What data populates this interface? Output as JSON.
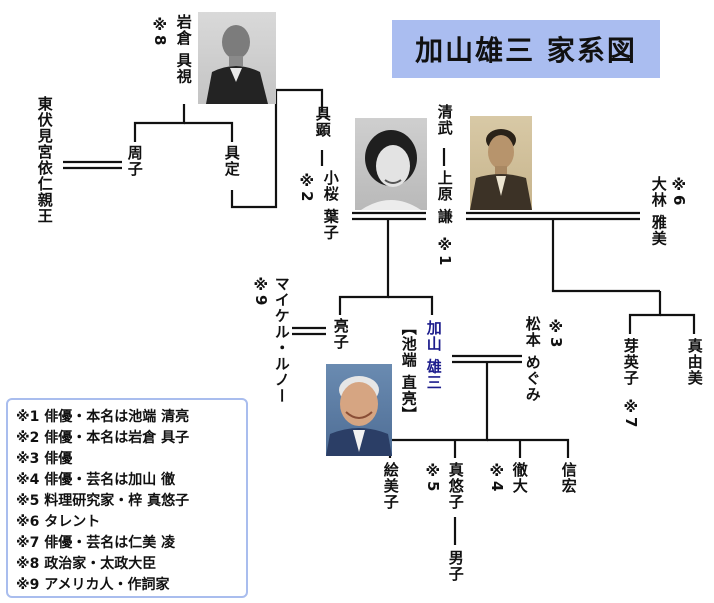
{
  "title": "加山雄三 家系図",
  "people": {
    "iwakura_tomomi": {
      "mark": "※8",
      "name": "岩倉 具視"
    },
    "higashifushimi": {
      "name": "東伏見宮依仁親王"
    },
    "shu": {
      "name": "周子"
    },
    "tomosada": {
      "name": "具定"
    },
    "tomoaki": {
      "name": "具顕"
    },
    "koyuki": {
      "mark": "※2",
      "name": "小桜 葉子"
    },
    "kiyotake": {
      "name": "清武"
    },
    "uehara": {
      "mark": "※1",
      "name": "上原 謙"
    },
    "ohbayashi": {
      "mark": "※6",
      "name": "大林 雅美"
    },
    "lunot": {
      "mark": "※9",
      "name": "マイケル・ルノー"
    },
    "ryoko": {
      "name": "亮子"
    },
    "kayama": {
      "name": "加山 雄三",
      "real_name": "【池端 直亮】"
    },
    "matsumoto": {
      "mark": "※3",
      "name": "松本 めぐみ"
    },
    "meiko": {
      "mark": "※7",
      "name": "芽英子"
    },
    "mayumi": {
      "name": "真由美"
    },
    "emiko": {
      "name": "絵美子"
    },
    "mayuko": {
      "mark": "※5",
      "name": "真悠子"
    },
    "tetsuhiro": {
      "mark": "※4",
      "name": "徹大"
    },
    "nobuhiro": {
      "name": "信宏"
    },
    "son": {
      "name": "男子"
    }
  },
  "legend": [
    "※1 俳優・本名は池端 清亮",
    "※2 俳優・本名は岩倉 具子",
    "※3 俳優",
    "※4 俳優・芸名は加山 徹",
    "※5 料理研究家・梓 真悠子",
    "※6 タレント",
    "※7 俳優・芸名は仁美 凌",
    "※8 政治家・太政大臣",
    "※9 アメリカ人・作詞家"
  ],
  "colors": {
    "title_bg": "#aabdf0",
    "legend_border": "#a9bdee",
    "highlight_name": "#1c1c8c",
    "line": "#111111"
  }
}
